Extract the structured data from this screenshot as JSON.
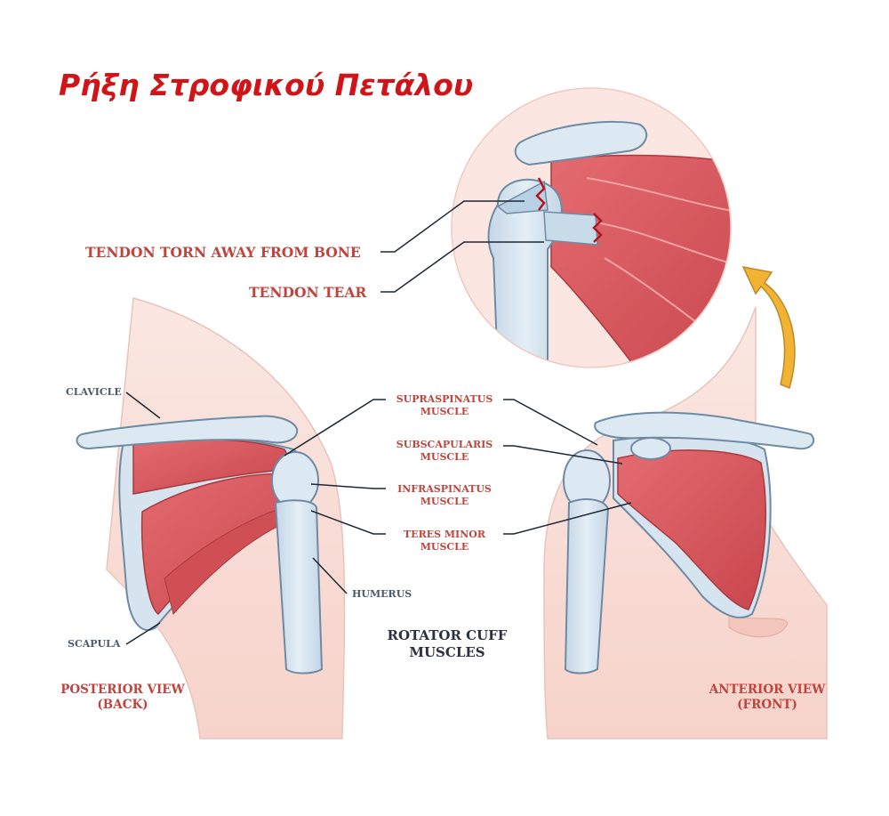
{
  "title": "Ρήξη Στροφικού Πετάλου",
  "labels": {
    "tendon_torn_away": "TENDON TORN AWAY FROM BONE",
    "tendon_tear": "TENDON TEAR",
    "clavicle": "CLAVICLE",
    "scapula": "SCAPULA",
    "humerus": "HUMERUS",
    "supraspinatus": [
      "SUPRASPINATUS",
      "MUSCLE"
    ],
    "subscapularis": [
      "SUBSCAPULARIS",
      "MUSCLE"
    ],
    "infraspinatus": [
      "INFRASPINATUS",
      "MUSCLE"
    ],
    "teres_minor": [
      "TERES MINOR",
      "MUSCLE"
    ],
    "rotator_cuff": [
      "ROTATOR CUFF",
      "MUSCLES"
    ],
    "posterior_view": [
      "POSTERIOR VIEW",
      "(BACK)"
    ],
    "anterior_view": [
      "ANTERIOR VIEW",
      "(FRONT)"
    ]
  },
  "colors": {
    "title": "#d01418",
    "label_red": "#c0443e",
    "label_slate": "#4a5a6c",
    "label_navy": "#2a3142",
    "muscle": "#d9545a",
    "bone": "#d4e3ef",
    "skin": "#f8ddd6",
    "arrow": "#f2b232"
  }
}
